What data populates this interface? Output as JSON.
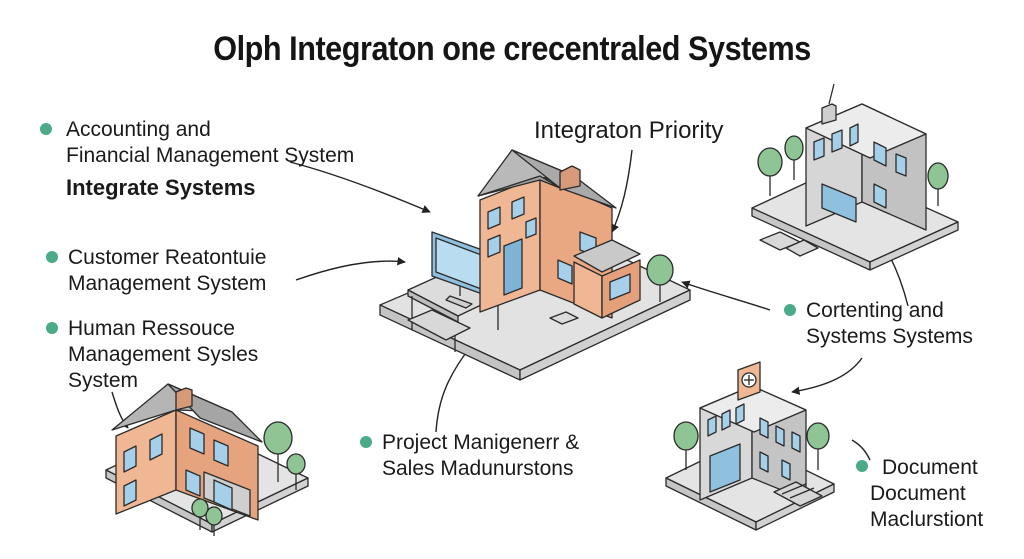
{
  "title": "Olph Integraton one crecentraled Systems",
  "accent_color": "#4aab86",
  "labels": {
    "accounting": {
      "line1": "Accounting and",
      "line2": "Financial Management System",
      "sub": "Integrate Systems"
    },
    "priority": {
      "text": "Integraton Priority"
    },
    "crm": {
      "line1": "Customer Reatontuie",
      "line2": "Management System"
    },
    "hr": {
      "line1": "Human Ressouce",
      "line2": "Management Sysles",
      "line3": "System"
    },
    "content": {
      "line1": "Cortenting and",
      "line2": "Systems Systems"
    },
    "project": {
      "line1": "Project Manigenerr &",
      "line2": "Sales Madunurstons"
    },
    "document": {
      "line1": "Document",
      "line2": "Document",
      "line3": "Maclurstiont"
    }
  },
  "buildings": [
    {
      "name": "central-office",
      "icon": "house-with-computer-icon"
    },
    {
      "name": "top-right-building",
      "icon": "office-building-icon"
    },
    {
      "name": "bottom-left-house",
      "icon": "house-icon"
    },
    {
      "name": "bottom-right-building",
      "icon": "civic-building-icon"
    }
  ]
}
